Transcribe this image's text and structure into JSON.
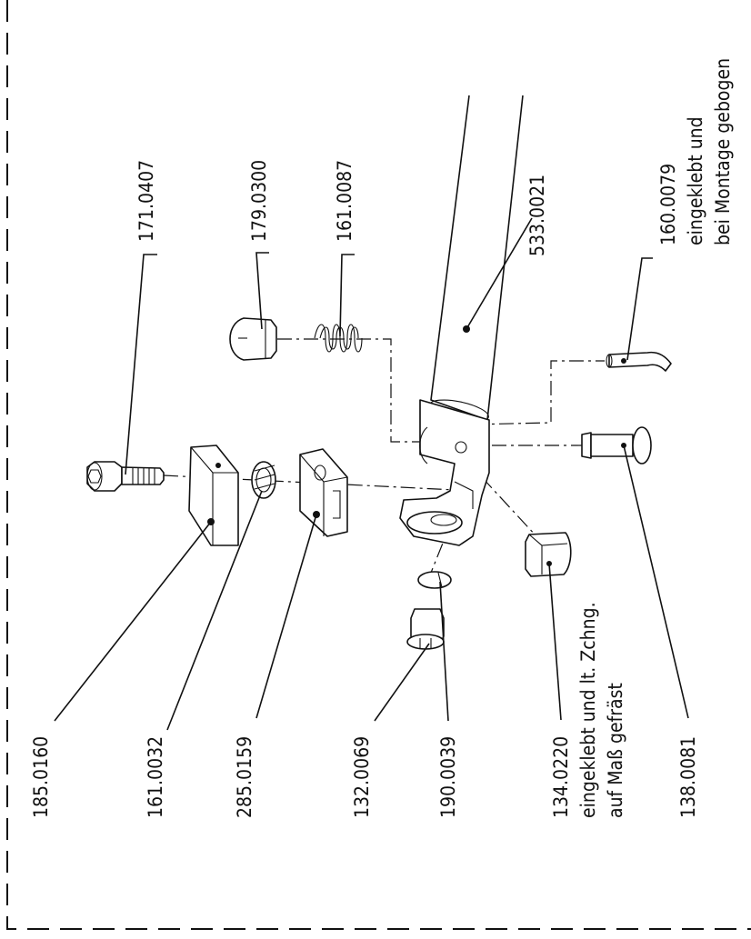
{
  "diagram": {
    "parts": [
      {
        "id": "171.0407",
        "lines": [
          "171.0407"
        ]
      },
      {
        "id": "179.0300",
        "lines": [
          "179.0300"
        ]
      },
      {
        "id": "161.0087",
        "lines": [
          "161.0087"
        ]
      },
      {
        "id": "533.0021",
        "lines": [
          "533.0021"
        ]
      },
      {
        "id": "160.0079",
        "lines": [
          "160.0079",
          "eingeklebt und",
          "bei Montage gebogen"
        ]
      },
      {
        "id": "185.0160",
        "lines": [
          "185.0160"
        ]
      },
      {
        "id": "161.0032",
        "lines": [
          "161.0032"
        ]
      },
      {
        "id": "285.0159",
        "lines": [
          "285.0159"
        ]
      },
      {
        "id": "132.0069",
        "lines": [
          "132.0069"
        ]
      },
      {
        "id": "190.0039",
        "lines": [
          "190.0039"
        ]
      },
      {
        "id": "134.0220",
        "lines": [
          "134.0220",
          "eingeklebt und lt. Zchng.",
          "auf Maß gefräst"
        ]
      },
      {
        "id": "138.0081",
        "lines": [
          "138.0081"
        ]
      }
    ]
  }
}
